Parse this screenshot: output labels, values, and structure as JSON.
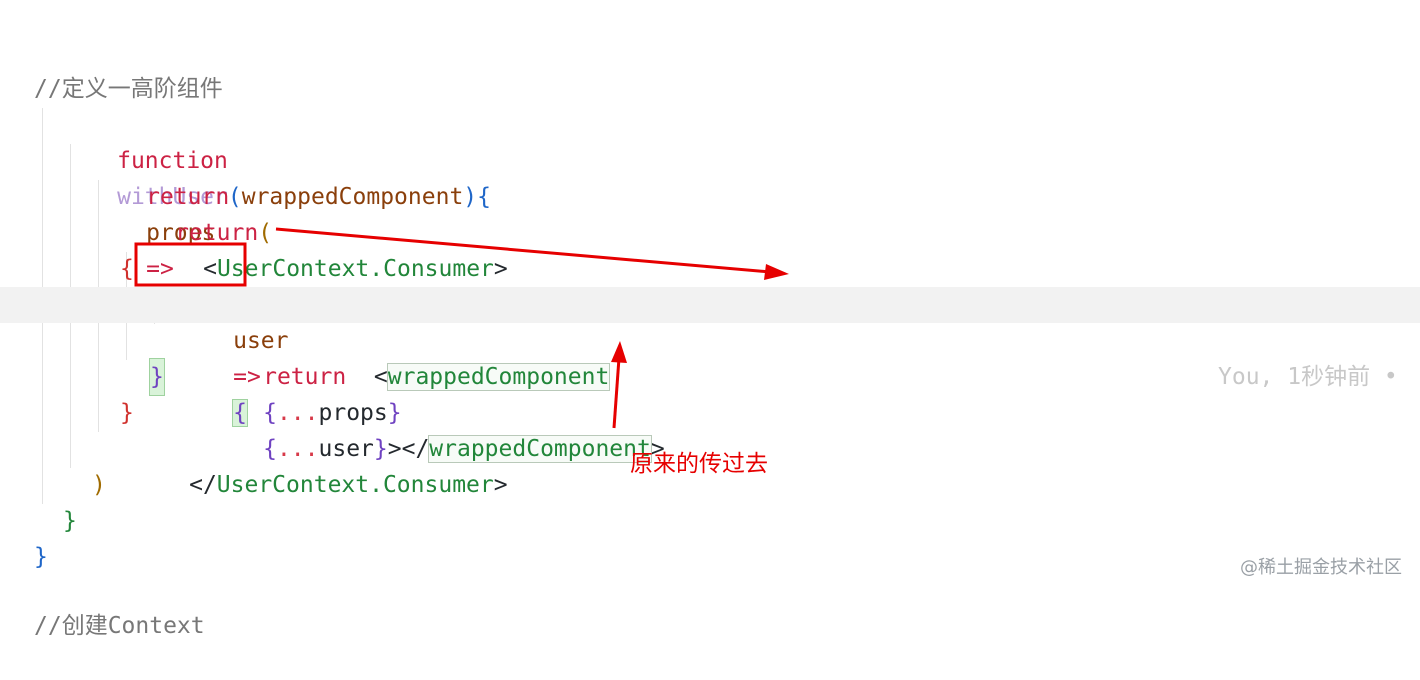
{
  "colors": {
    "comment": "#777777",
    "keyword": "#cc2244",
    "function_name": "#b39ad6",
    "param": "#8a3f0b",
    "brace_blue": "#1f66c8",
    "brace_green": "#22863a",
    "brace_red": "#d0312d",
    "brace_purple": "#6f42c1",
    "tag": "#22863a",
    "spread": "#d73a49",
    "paren_gold": "#a06b00",
    "default": "#24292e",
    "annotation": "#e60000"
  },
  "code": {
    "line1": "//定义一高阶组件",
    "line2": {
      "kw": "function",
      "name": "withUser",
      "open": "(",
      "param": "wrappedComponent",
      "close": ")",
      "brace": "{"
    },
    "line3": {
      "kw": "return",
      "param": "props",
      "arrow": "=>",
      "brace": "{"
    },
    "line4": {
      "kw": "return",
      "paren": "("
    },
    "line5": {
      "lt": "<",
      "tag": "UserContext.Consumer",
      "gt": ">"
    },
    "line6": {
      "brace": "{"
    },
    "line7": {
      "param": "user",
      "arrow": "=>",
      "brace": "{"
    },
    "line8": {
      "kw": "return",
      "lt": "<",
      "tag_open": "wrappedComponent",
      "spread1_open": "{",
      "spread1_dots": "...",
      "spread1_name": "props",
      "spread1_close": "}",
      "spread2_open": "{",
      "spread2_dots": "...",
      "spread2_name": "user",
      "spread2_close": "}",
      "mid": "></",
      "tag_close": "wrappedComponent",
      "gt": ">"
    },
    "line9": {
      "brace": "}"
    },
    "line10": {
      "brace": "}"
    },
    "line11": {
      "lt": "</",
      "tag": "UserContext.Consumer",
      "gt": ">"
    },
    "line12": {
      "paren": ")"
    },
    "line13": {
      "brace": "}"
    },
    "line14": {
      "brace": "}"
    },
    "line15": "//创建Context"
  },
  "blame": "You, 1秒钟前 •",
  "annotation": "原来的传过去",
  "watermark": "@稀土掘金技术社区"
}
